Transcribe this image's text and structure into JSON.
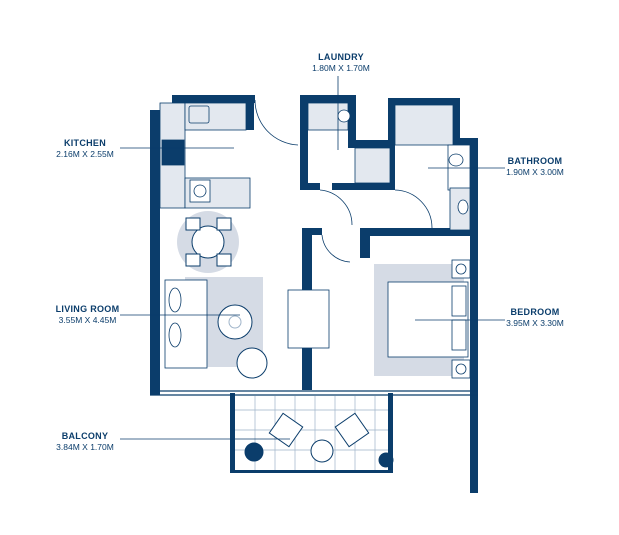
{
  "colors": {
    "wall": "#0b3d6b",
    "furniture_fill": "#e3e8ef",
    "rug": "#d5dbe5",
    "grid": "#9fb4c9"
  },
  "rooms": [
    {
      "id": "laundry",
      "name": "LAUNDRY",
      "dims": "1.80M X 1.70M"
    },
    {
      "id": "kitchen",
      "name": "KITCHEN",
      "dims": "2.16M X 2.55M"
    },
    {
      "id": "bathroom",
      "name": "BATHROOM",
      "dims": "1.90M X 3.00M"
    },
    {
      "id": "living",
      "name": "LIVING ROOM",
      "dims": "3.55M X 4.45M"
    },
    {
      "id": "bedroom",
      "name": "BEDROOM",
      "dims": "3.95M X 3.30M"
    },
    {
      "id": "balcony",
      "name": "BALCONY",
      "dims": "3.84M X 1.70M"
    }
  ]
}
